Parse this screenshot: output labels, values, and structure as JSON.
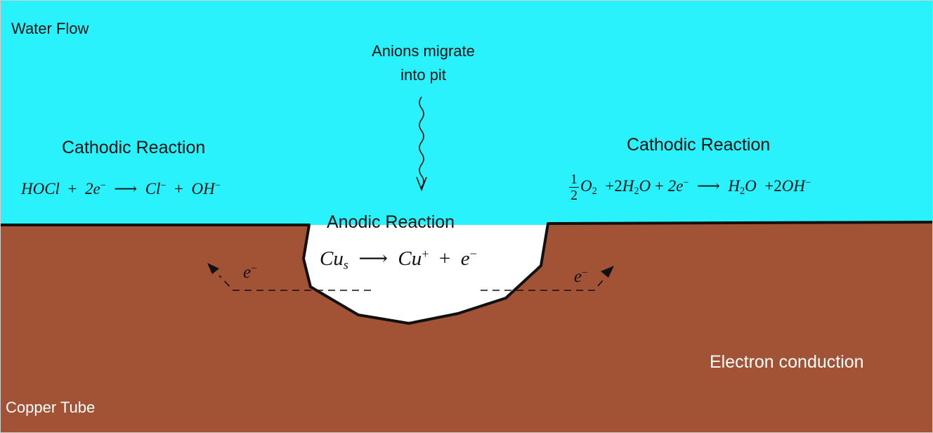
{
  "colors": {
    "water": "#2af2fd",
    "copper": "#a25235",
    "outline": "#111111",
    "text_dark": "#111111",
    "text_light": "#ffffff"
  },
  "labels": {
    "water_flow": "Water Flow",
    "anions_line1": "Anions migrate",
    "anions_line2": "into pit",
    "cathodic_left": "Cathodic Reaction",
    "cathodic_right": "Cathodic Reaction",
    "anodic": "Anodic Reaction",
    "electron_conduction": "Electron conduction",
    "copper_tube": "Copper Tube"
  },
  "equations": {
    "left": {
      "reactant": "HOCl",
      "plus1": "+",
      "electrons": "2e",
      "electron_charge": "−",
      "arrow": "⟶",
      "product1": "Cl",
      "product1_charge": "−",
      "plus2": "+",
      "product2": "OH",
      "product2_charge": "−"
    },
    "right": {
      "frac_num": "1",
      "frac_den": "2",
      "o2": "O",
      "o2_sub": "2",
      "plus1": "+",
      "water_coef": "2",
      "water": "H",
      "water_sub": "2",
      "water_o": "O",
      "plus2": "+",
      "electrons": "2e",
      "electron_charge": "−",
      "arrow": "⟶",
      "product1": "H",
      "product1_sub": "2",
      "product1_o": "O",
      "plus3": "+",
      "product2_coef": "2",
      "product2": "OH",
      "product2_charge": "−"
    },
    "anodic": {
      "reactant": "Cu",
      "reactant_sub": "s",
      "arrow": "⟶",
      "product1": "Cu",
      "product1_charge": "+",
      "plus": "+",
      "product2": "e",
      "product2_charge": "−"
    }
  },
  "electron_labels": {
    "left": "e",
    "left_charge": "−",
    "right": "e",
    "right_charge": "−"
  }
}
